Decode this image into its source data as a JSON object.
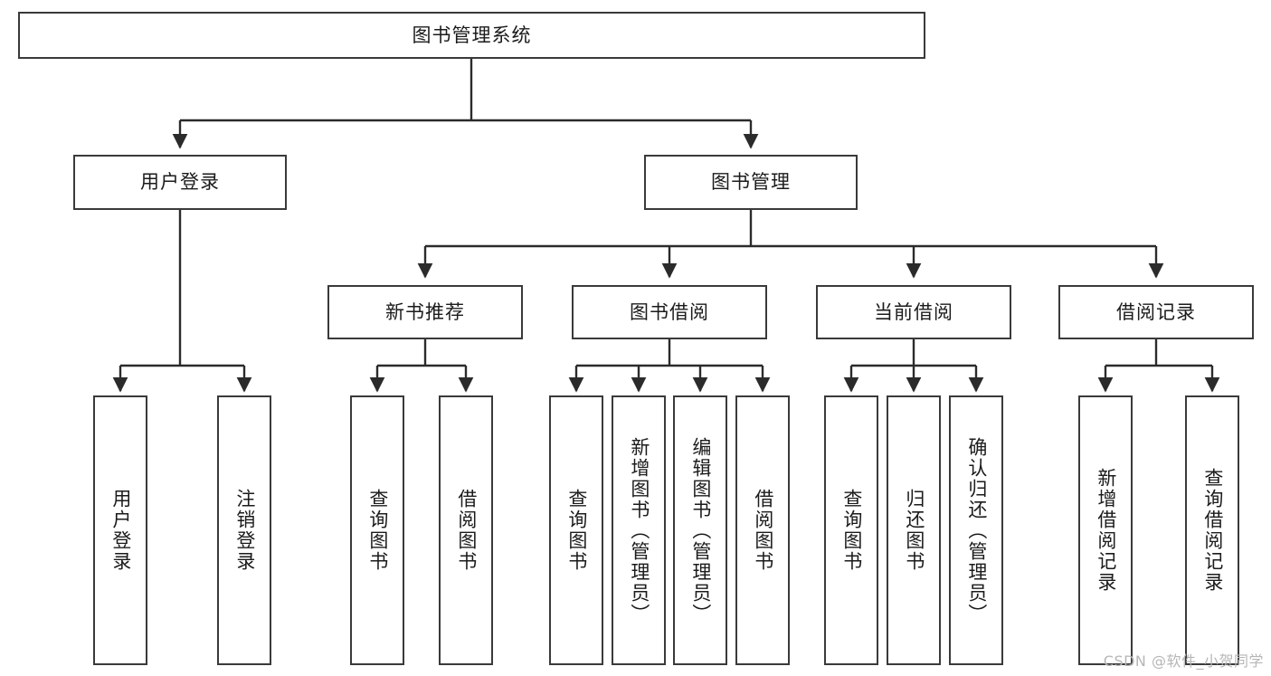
{
  "diagram": {
    "title": "图书管理系统",
    "type": "tree-hierarchy",
    "watermark": "CSDN @软件_小贺同学",
    "colors": {
      "box_border": "#3a3a3a",
      "box_fill": "#ffffff",
      "connector": "#2b2b2b",
      "text": "#1b1b1b",
      "watermark": "#b6b6b6"
    },
    "root": {
      "label": "图书管理系统"
    },
    "level2": [
      {
        "label": "用户登录"
      },
      {
        "label": "图书管理"
      }
    ],
    "level3": [
      {
        "label": "新书推荐"
      },
      {
        "label": "图书借阅"
      },
      {
        "label": "当前借阅"
      },
      {
        "label": "借阅记录"
      }
    ],
    "leaves": [
      {
        "label": "用户登录",
        "parent": "用户登录"
      },
      {
        "label": "注销登录",
        "parent": "用户登录"
      },
      {
        "label": "查询图书",
        "parent": "新书推荐"
      },
      {
        "label": "借阅图书",
        "parent": "新书推荐"
      },
      {
        "label": "查询图书",
        "parent": "图书借阅"
      },
      {
        "label": "新增图书（管理员）",
        "parent": "图书借阅"
      },
      {
        "label": "编辑图书（管理员）",
        "parent": "图书借阅"
      },
      {
        "label": "借阅图书",
        "parent": "图书借阅"
      },
      {
        "label": "查询图书",
        "parent": "当前借阅"
      },
      {
        "label": "归还图书",
        "parent": "当前借阅"
      },
      {
        "label": "确认归还（管理员）",
        "parent": "当前借阅"
      },
      {
        "label": "新增借阅记录",
        "parent": "借阅记录"
      },
      {
        "label": "查询借阅记录",
        "parent": "借阅记录"
      }
    ]
  }
}
